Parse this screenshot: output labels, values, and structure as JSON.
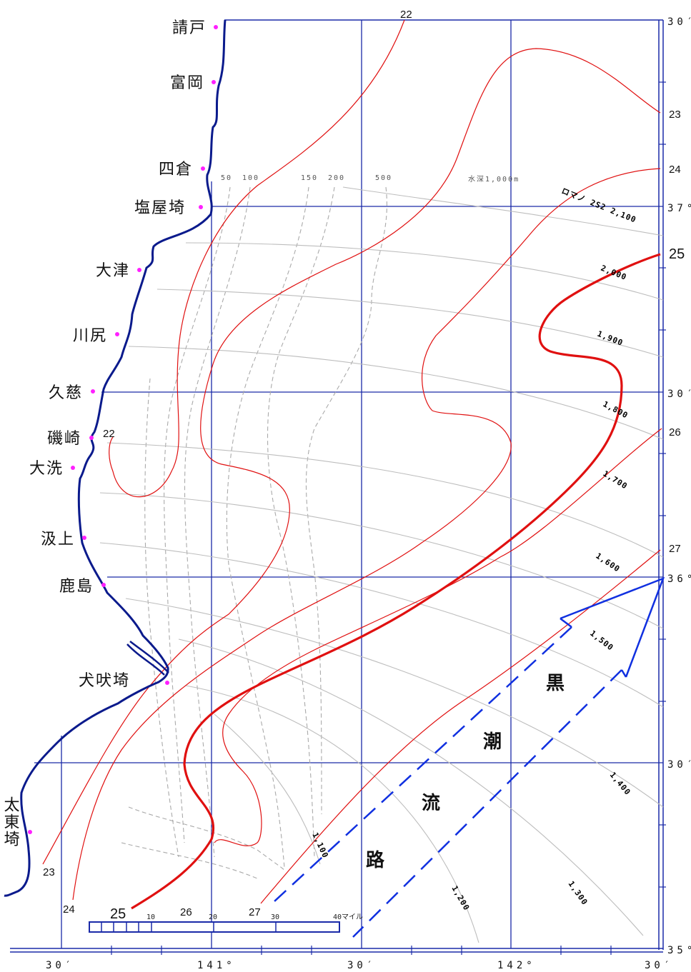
{
  "places": [
    {
      "id": "ukedo",
      "label": "請戸"
    },
    {
      "id": "tomioka",
      "label": "富岡"
    },
    {
      "id": "yotsukura",
      "label": "四倉"
    },
    {
      "id": "shioyazaki",
      "label": "塩屋埼"
    },
    {
      "id": "otsu",
      "label": "大津"
    },
    {
      "id": "kawajiri",
      "label": "川尻"
    },
    {
      "id": "kuji",
      "label": "久慈"
    },
    {
      "id": "isozaki",
      "label": "磯崎"
    },
    {
      "id": "oarai",
      "label": "大洗"
    },
    {
      "id": "kumiage",
      "label": "汲上"
    },
    {
      "id": "kashima",
      "label": "鹿島"
    },
    {
      "id": "inubosaki",
      "label": "犬吠埼"
    },
    {
      "id": "taitozaki",
      "label": "太東埼"
    }
  ],
  "lat_labels": [
    "30′",
    "37°",
    "30′",
    "36°",
    "30′",
    "35°"
  ],
  "lon_labels": [
    "30′",
    "141°",
    "30′",
    "142°",
    "30′"
  ],
  "isotherm_labels": {
    "top_22": "22",
    "right_23": "23",
    "right_24": "24",
    "right_25": "25",
    "right_26": "26",
    "right_27": "27",
    "left_22": "22",
    "bottom_23": "23",
    "bottom_24": "24",
    "bottom_25": "25",
    "bottom_26": "26",
    "bottom_27": "27"
  },
  "depth_labels": [
    "50",
    "100",
    "150",
    "200",
    "500",
    "水深1,000m"
  ],
  "isobath_labels": [
    "ロマノ 2S2 2,100",
    "2,000",
    "1,900",
    "1,800",
    "1,700",
    "1,600",
    "1,500",
    "1,400",
    "1,300",
    "1,200",
    "1,100"
  ],
  "kuroshio": {
    "chars": [
      "黒",
      "潮",
      "流",
      "路"
    ]
  },
  "scale": {
    "ticks": [
      "10",
      "20",
      "30",
      "40マイル"
    ]
  },
  "colors": {
    "coast": "#0a1a8c",
    "grid": "#1a2aa8",
    "isotherm": "#e01010",
    "isobath_solid": "#bbbbbb",
    "isobath_dashed": "#aaaaaa",
    "kuroshio": "#1030e0",
    "place_marker": "#ff20ff"
  }
}
